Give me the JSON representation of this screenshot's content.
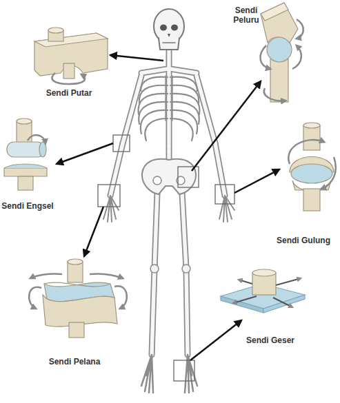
{
  "diagram": {
    "labels": [
      "Sendi Peluru",
      "Sendi Putar",
      "Sendi Engsel",
      "Sendi Gulung",
      "Sendi Geser",
      "Sendi Pelana"
    ]
  }
}
